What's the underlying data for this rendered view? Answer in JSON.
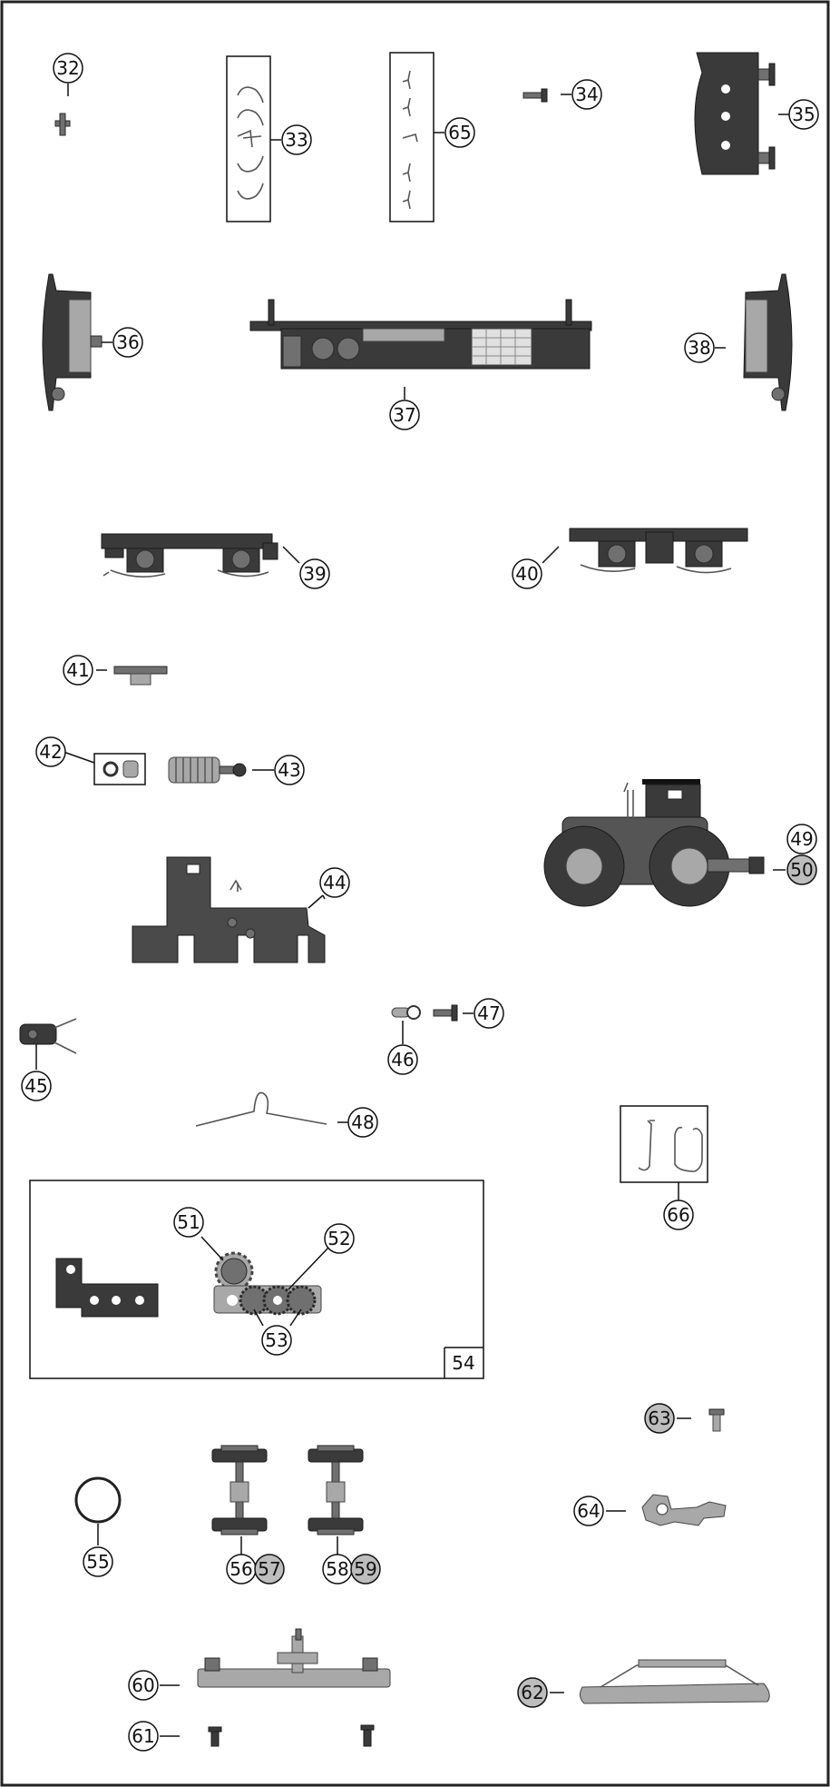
{
  "labels": {
    "p32": "32",
    "p33": "33",
    "p65": "65",
    "p34": "34",
    "p35": "35",
    "p36": "36",
    "p37": "37",
    "p38": "38",
    "p39": "39",
    "p40": "40",
    "p41": "41",
    "p42": "42",
    "p43": "43",
    "p44": "44",
    "p49": "49",
    "p50": "50",
    "p45": "45",
    "p46": "46",
    "p47": "47",
    "p48": "48",
    "p66": "66",
    "p51": "51",
    "p52": "52",
    "p53": "53",
    "p54": "54",
    "p55": "55",
    "p56": "56",
    "p57": "57",
    "p58": "58",
    "p59": "59",
    "p63": "63",
    "p64": "64",
    "p60": "60",
    "p61": "61",
    "p62": "62"
  },
  "colors": {
    "callout_highlight": "#bdbdbd",
    "part_dark": "#3a3a3a",
    "part_light": "#a8a8a8"
  }
}
